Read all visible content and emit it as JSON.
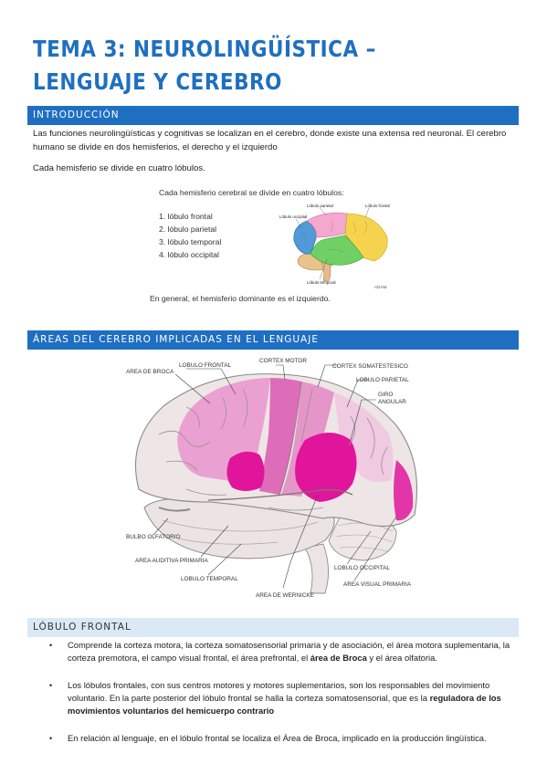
{
  "title": "TEMA 3: NEUROLINGÜÍSTICA – LENGUAJE Y CEREBRO",
  "sections": {
    "intro": "INTRODUCCIÓN",
    "areas": "ÁREAS DEL CEREBRO IMPLICADAS EN EL LENGUAJE",
    "frontal": "LÓBULO FRONTAL"
  },
  "intro": {
    "p1": "Las funciones neurolingüísticas y cognitivas se localizan en el cerebro, donde existe una extensa red neuronal.  El cerebro humano se divide en dos hemisferios, el derecho y el izquierdo",
    "p2": "Cada hemisferio se divide en cuatro lóbulos."
  },
  "lobes_figure": {
    "heading": "Cada hemisferio cerebral se divide en cuatro lóbulos:",
    "items": [
      "1. lóbulo frontal",
      "2. lóbulo parietal",
      "3. lóbulo temporal",
      "4. lóbulo occipital"
    ],
    "labels": {
      "parietal": "Lóbulo parietal",
      "frontal": "Lóbulo frontal",
      "occipital": "Lóbulo occipital",
      "temporal": "Lóbulo temporal"
    },
    "credit": "ADAM.",
    "footer": "En general, el hemisferio dominante es el izquierdo."
  },
  "brain_figure": {
    "labels": {
      "lobulo_frontal": "LOBULO FRONTAL",
      "cortex_motor": "CORTEX MOTOR",
      "cortex_somatestesico": "CORTEX SOMATESTESICO",
      "lobulo_parietal": "LOBULO PARIETAL",
      "area_broca": "AREA DE BROCA",
      "giro": "GIRO",
      "angular": "ANGULAR",
      "bulbo_olfatorio": "BULBO OLFATORIO",
      "area_auditiva": "AREA AUDITIVA PRIMARIA",
      "lobulo_temporal": "LOBULO TEMPORAL",
      "lobulo_occipital": "LOBULO OCCIPITAL",
      "area_visual": "AREA VISUAL PRIMARIA",
      "area_wernicke": "AREA DE WERNICKE"
    }
  },
  "bullets": [
    {
      "before": "Comprende la corteza motora, la corteza somatosensorial primaria y de asociación, el área motora suplementaria, la corteza premotora, el campo visual frontal, el área prefrontal, el ",
      "bold": "área de Broca",
      "after": " y el área olfatoria."
    },
    {
      "before": "Los lóbulos frontales, con sus centros motores y motores suplementarios, son los responsables del movimiento voluntario. En la parte posterior del lóbulo frontal se halla la corteza somatosensorial, que es la ",
      "bold": "reguladora de los movimientos voluntarios del hemicuerpo contrario",
      "after": ""
    },
    {
      "before": "En relación al lenguaje, en el lóbulo frontal se localiza el Área de Broca, implicado en la producción lingüística.",
      "bold": "",
      "after": ""
    }
  ],
  "bullet_glyph": "•"
}
